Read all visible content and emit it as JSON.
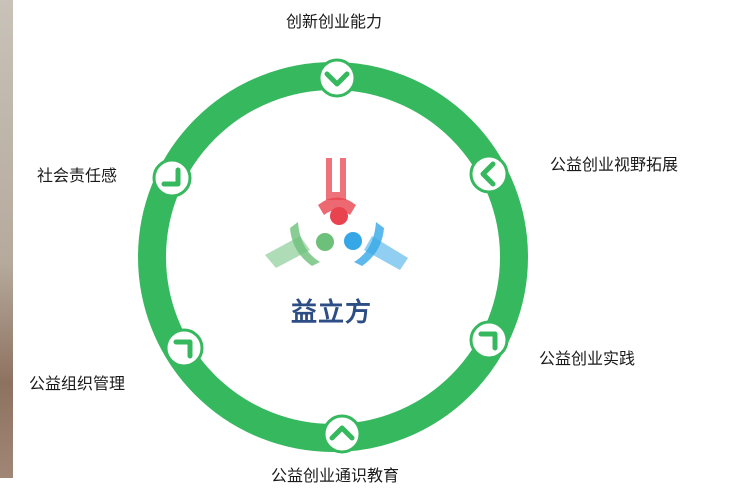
{
  "logo": {
    "text": "益立方",
    "colors": {
      "red": "#e8434f",
      "green": "#6cc07a",
      "blue": "#35a7e6"
    }
  },
  "ring": {
    "color": "#36b85e"
  },
  "nodes": [
    {
      "label": "创新创业能力",
      "icon": "chevron-down-icon"
    },
    {
      "label": "公益创业视野拓展",
      "icon": "chevron-left-icon"
    },
    {
      "label": "公益创业实践",
      "icon": "corner-arrow-icon"
    },
    {
      "label": "公益创业通识教育",
      "icon": "chevron-up-icon"
    },
    {
      "label": "公益组织管理",
      "icon": "corner-arrow-icon"
    },
    {
      "label": "社会责任感",
      "icon": "corner-arrow-icon"
    }
  ]
}
